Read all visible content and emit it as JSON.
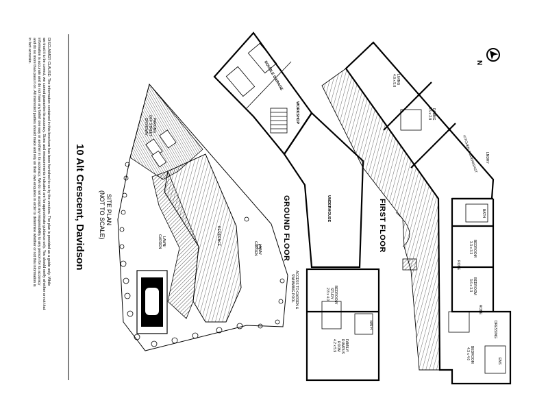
{
  "title": "10 Alt Crescent, Davidson",
  "disclaimer": [
    "DISCLAIMER CLAUSE: The information contained in this brochure has been furnished to us by the vendors. The plan is provided as a guide only. While",
    "we trust it to be correct, we cannot guarantee its accuracy. Sizes and measurements indicated are for approximate guidance only. You should verify whether or not that",
    "information is accurate and do not have any belief one way or another in its accuracy. We do not accept any responsibility to any person for its accuracy",
    "and do no more than pass it on. All interested parties should make and rely on their own enquiries in order to determine whether or not this information is",
    "in fact accurate."
  ],
  "site_plan": {
    "title": "SITE PLAN",
    "note": "(NOT TO SCALE)",
    "labels": {
      "driveway": "DRIVEWAY",
      "off_street": "OFF STREET",
      "parking": "PARKING",
      "residence": "RESIDENCE",
      "lawn_garden_1": "LAWN/",
      "lawn_garden_1b": "GARDEN",
      "lawn_garden_2": "LAWN/",
      "lawn_garden_2b": "GARDEN"
    }
  },
  "ground_floor": {
    "title": "GROUND FLOOR",
    "access": "ACCESS TO GARDEN &",
    "access_b": "SWIMMING POOL",
    "rooms": {
      "workshop": "WORKSHOP",
      "double_garage": "DOUBLE GARAGE",
      "underhouse": "UNDERHOUSE",
      "bedroom_study": "BEDROOM/",
      "bedroom_study_b": "STUDY",
      "bedroom_study_dim": "2.8 x 4.0",
      "bath": "BATH",
      "family": "FAMILY/",
      "rumpus": "RUMPUS",
      "room": "ROOM",
      "family_dim": "4.2 x 5.9"
    }
  },
  "first_floor": {
    "title": "FIRST FLOOR",
    "rooms": {
      "living": "LIVING",
      "living_dim": "4.8 x 5.8",
      "dining": "DINING",
      "dining_dim": "3.5 x 2.8",
      "kitchen": "KITCHEN & BREAKFAST",
      "laundry": "LNDRY",
      "bath": "BATH",
      "bedroom1": "BEDROOM",
      "bedroom1_dim": "3.3 x 3.3",
      "robe1": "ROBE",
      "bedroom2": "BEDROOM",
      "bedroom2_dim": "3.6 x 3.3",
      "robe2": "ROBE",
      "dressing": "DRESSING",
      "bedroom3": "BEDROOM",
      "bedroom3_dim": "4.3 x 4.0",
      "ens": "ENS"
    }
  },
  "compass": {
    "letter": "N"
  }
}
